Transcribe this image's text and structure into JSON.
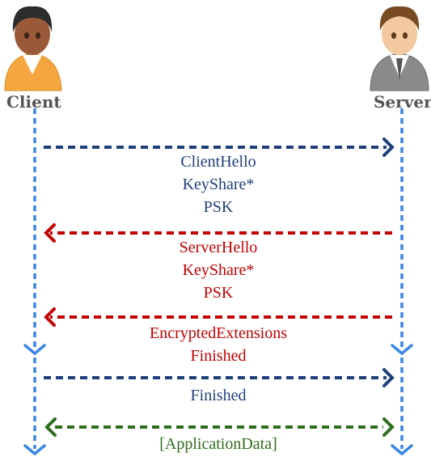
{
  "actors": {
    "client": {
      "label": "Client",
      "icon": "client-person-icon"
    },
    "server": {
      "label": "Server",
      "icon": "server-person-icon"
    }
  },
  "colors": {
    "lifeline": "#3a86e6",
    "client_to_server": "#1f3f7a",
    "server_to_client": "#c40000",
    "bidirectional": "#2e6e1e"
  },
  "messages": [
    {
      "direction": "client-to-server",
      "color": "blue",
      "lines": [
        "ClientHello",
        "KeyShare*",
        "PSK"
      ]
    },
    {
      "direction": "server-to-client",
      "color": "red",
      "lines": [
        "ServerHello",
        "KeyShare*",
        "PSK"
      ]
    },
    {
      "direction": "server-to-client",
      "color": "red",
      "lines": [
        "EncryptedExtensions",
        "Finished"
      ]
    },
    {
      "direction": "client-to-server",
      "color": "blue",
      "lines": [
        "Finished"
      ]
    },
    {
      "direction": "bidirectional",
      "color": "green",
      "lines": [
        "[ApplicationData]"
      ]
    }
  ]
}
